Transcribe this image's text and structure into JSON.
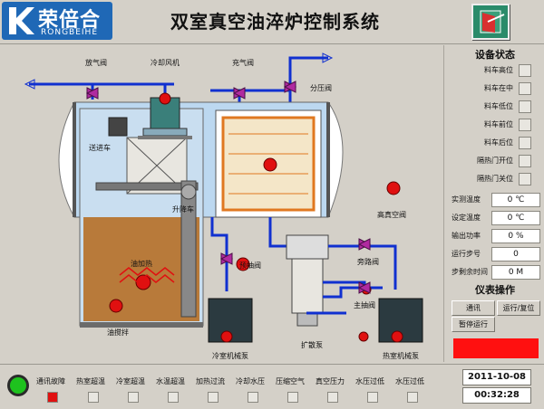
{
  "header": {
    "logo_cn": "荣倍合",
    "logo_en": "RONGBEIHE",
    "title": "双室真空油淬炉控制系统"
  },
  "process": {
    "labels": {
      "release_valve": "放气阀",
      "cooling_fan": "冷却风机",
      "inflate_valve": "充气阀",
      "split_valve": "分压阀",
      "transfer_cart": "送进车",
      "elevator": "升降车",
      "high_vac_valve": "高真空阀",
      "oil_heater": "油加热",
      "stirrer": "油搅拌",
      "pre_pump_valve": "预抽阀",
      "bypass_valve": "旁路阀",
      "main_valve": "主抽阀",
      "diffusion_pump": "扩散泵",
      "cold_pump": "冷室机械泵",
      "hot_pump": "热室机械泵"
    }
  },
  "panel": {
    "status_title": "设备状态",
    "status_items": [
      "料车高位",
      "料车在中",
      "料车低位",
      "料车前位",
      "料车后位",
      "隔热门开位",
      "隔热门关位"
    ],
    "values": [
      {
        "label": "实测温度",
        "value": "0 ℃"
      },
      {
        "label": "设定温度",
        "value": "0 ℃"
      },
      {
        "label": "输出功率",
        "value": "0 %"
      },
      {
        "label": "运行步号",
        "value": "0"
      },
      {
        "label": "步剩余时间",
        "value": "0 M"
      }
    ],
    "ops_title": "仪表操作",
    "btn_comm": "通讯",
    "btn_run": "运行/复位",
    "btn_hold": "暂停运行"
  },
  "bottom": {
    "items": [
      "通讯故障",
      "热室超温",
      "冷室超温",
      "水温超温",
      "加热过流",
      "冷却水压",
      "压缩空气",
      "真空压力",
      "水压过低",
      "水压过低"
    ],
    "date": "2011-10-08",
    "time": "00:32:28"
  },
  "colors": {
    "pipe": "#1030d0",
    "oil": "#b87a3a",
    "alarm": "#ff1010",
    "hot_frame": "#e07820",
    "logo": "#1f68b6"
  }
}
